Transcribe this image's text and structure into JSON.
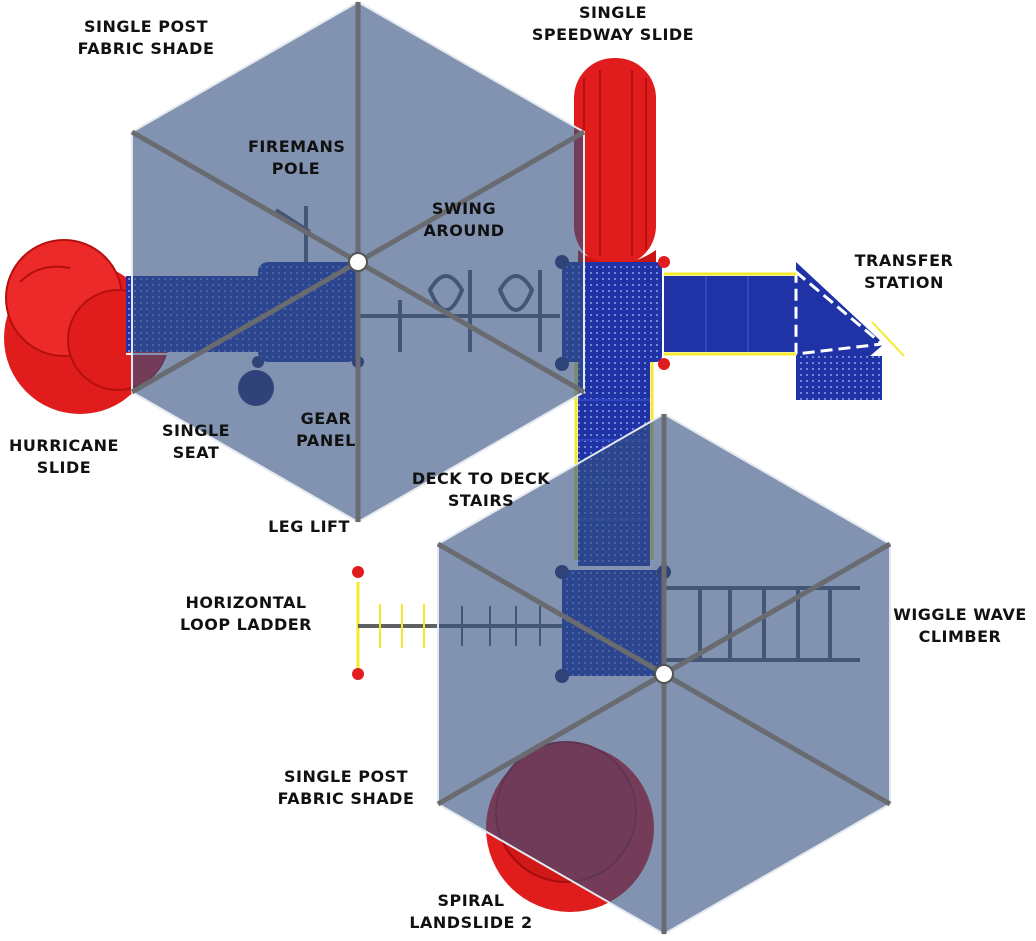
{
  "colors": {
    "background": "#ffffff",
    "shade": "#33507f",
    "shade_edge": "#e4e8ef",
    "deck": "#1f33a6",
    "slide": "#e01c1c",
    "post": "#5f6064",
    "accent": "#f2ea2a",
    "label": "#111111"
  },
  "labels": {
    "shade_top": [
      "SINGLE POST",
      "FABRIC SHADE"
    ],
    "speedway_slide": [
      "SINGLE",
      "SPEEDWAY SLIDE"
    ],
    "firemans_pole": [
      "FIREMANS",
      "POLE"
    ],
    "swing_around": [
      "SWING",
      "AROUND"
    ],
    "transfer_station": [
      "TRANSFER",
      "STATION"
    ],
    "hurricane_slide": [
      "HURRICANE",
      "SLIDE"
    ],
    "single_seat": [
      "SINGLE",
      "SEAT"
    ],
    "gear_panel": [
      "GEAR",
      "PANEL"
    ],
    "deck_stairs": [
      "DECK TO DECK",
      "STAIRS"
    ],
    "leg_lift": [
      "LEG LIFT"
    ],
    "loop_ladder": [
      "HORIZONTAL",
      "LOOP LADDER"
    ],
    "wiggle_wave": [
      "WIGGLE WAVE",
      "CLIMBER"
    ],
    "shade_bottom": [
      "SINGLE POST",
      "FABRIC SHADE"
    ],
    "spiral_landslide": [
      "SPIRAL",
      "LANDSLIDE 2"
    ]
  }
}
